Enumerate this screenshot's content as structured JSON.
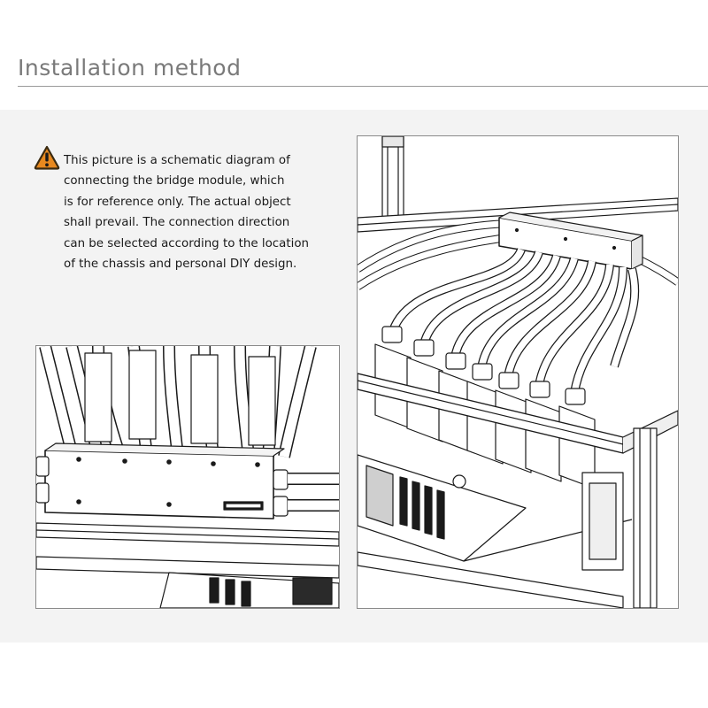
{
  "header": {
    "title": "Installation method"
  },
  "notice": {
    "icon": "warning-icon",
    "lines": [
      "This picture is a schematic diagram of",
      "connecting the bridge module, which",
      "is for reference only. The actual object",
      "shall prevail. The connection direction",
      "can be selected according to the location",
      "of the chassis and personal DIY design."
    ]
  },
  "colors": {
    "warning_fill": "#e8891f",
    "title_gray": "#7a7a7a",
    "panel_background": "#f3f3f3"
  }
}
